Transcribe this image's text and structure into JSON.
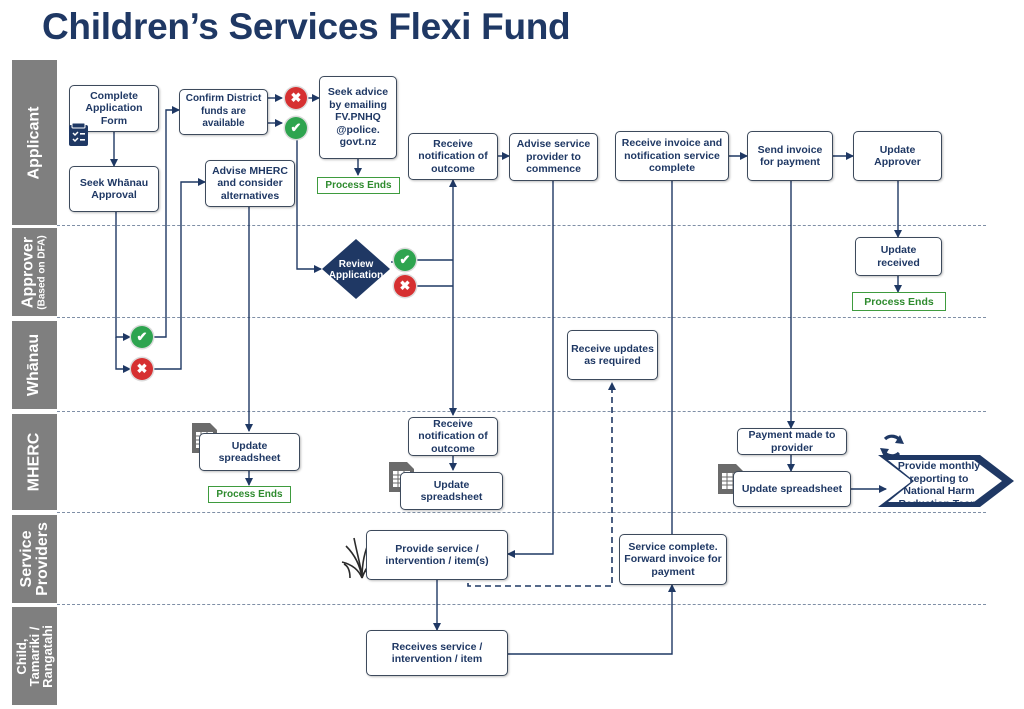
{
  "title": "Children’s Services Flexi Fund",
  "lanes": {
    "applicant": "Applicant",
    "approver": "Approver",
    "approver_sub": "(Based on DFA)",
    "whanau": "Whānau",
    "mherc": "MHERC",
    "service_providers_1": "Service",
    "service_providers_2": "Providers",
    "child_1": "Child,",
    "child_2": "Tamariki /",
    "child_3": "Rangatahi"
  },
  "steps": {
    "complete_form": "Complete Application Form",
    "seek_whanau": "Seek Whānau Approval",
    "confirm_funds": "Confirm District funds are available",
    "advise_mherc": "Advise MHERC and consider alternatives",
    "seek_advice": "Seek advice by emailing FV.PNHQ @police. govt.nz",
    "receive_notification_app": "Receive notification of outcome",
    "advise_provider": "Advise service provider to commence",
    "receive_invoice": "Receive invoice and notification service complete",
    "send_invoice": "Send invoice for payment",
    "update_approver": "Update Approver",
    "review_application": "Review Application",
    "update_received": "Update received",
    "receive_updates": "Receive updates as required",
    "update_spreadsheet_1": "Update spreadsheet",
    "receive_notification_mherc": "Receive notification of outcome",
    "update_spreadsheet_2": "Update spreadsheet",
    "payment_made": "Payment made to provider",
    "update_spreadsheet_3": "Update spreadsheet",
    "monthly_reporting": "Provide monthly reporting to National Harm Reduction Team",
    "provide_service": "Provide service / intervention / item(s)",
    "service_complete": "Service complete. Forward invoice for payment",
    "receives_service": "Receives service / intervention / item"
  },
  "ends": {
    "end_1": "Process Ends",
    "end_2": "Process Ends",
    "end_3": "Process Ends"
  },
  "badges": {
    "yes": "✔",
    "no": "✖"
  },
  "colors": {
    "title": "#1f3864",
    "lane": "#7f7f7f",
    "approve": "#2ea44f",
    "reject": "#d63031",
    "end": "#3e9b3e",
    "arrow": "#1f3864"
  },
  "icons": [
    "form-icon",
    "spreadsheet-icon",
    "cycle-icon",
    "chevron-right-icon",
    "grass-icon",
    "approve-check-icon",
    "reject-x-icon",
    "decision-diamond"
  ]
}
